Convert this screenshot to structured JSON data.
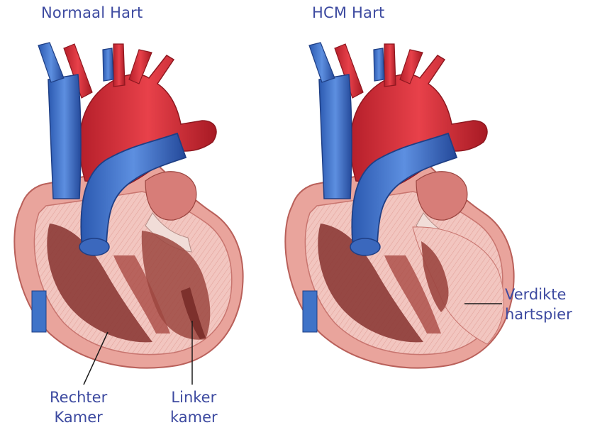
{
  "titles": {
    "normal": "Normaal Hart",
    "hcm": "HCM Hart"
  },
  "labels": {
    "rechter_kamer": [
      "Rechter",
      "Kamer"
    ],
    "linker_kamer": [
      "Linker",
      "kamer"
    ],
    "verdikte_hartspier": [
      "Verdikte",
      "hartspier"
    ]
  },
  "colors": {
    "text": "#3d4aa0",
    "artery_red": "#d8323a",
    "vein_blue": "#3f73c8",
    "muscle": "#e8a8a0",
    "muscle_dark": "#8c3a36"
  }
}
